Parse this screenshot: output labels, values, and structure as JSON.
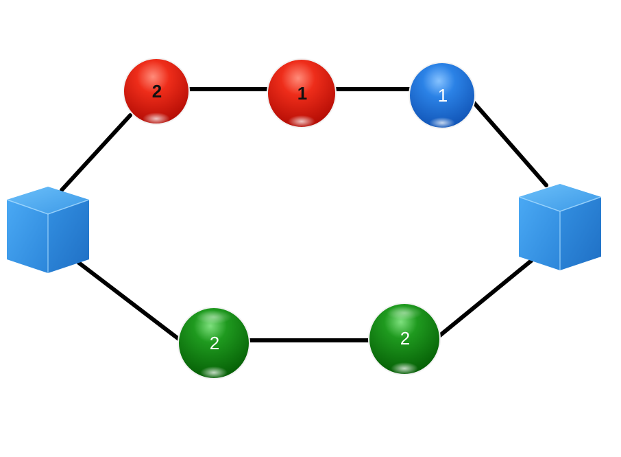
{
  "colors": {
    "edge": "#000000",
    "red": "#d8150b",
    "blue": "#1c6fd6",
    "green": "#0d7d0d",
    "cube": "#3a9be8"
  },
  "nodes": {
    "red_ball_a": {
      "label": "2",
      "color": "red"
    },
    "red_ball_b": {
      "label": "1",
      "color": "red"
    },
    "blue_ball": {
      "label": "1",
      "color": "blue"
    },
    "green_ball_a": {
      "label": "2",
      "color": "green"
    },
    "green_ball_b": {
      "label": "2",
      "color": "green"
    },
    "left_cube": {
      "shape": "cube"
    },
    "right_cube": {
      "shape": "cube"
    }
  }
}
